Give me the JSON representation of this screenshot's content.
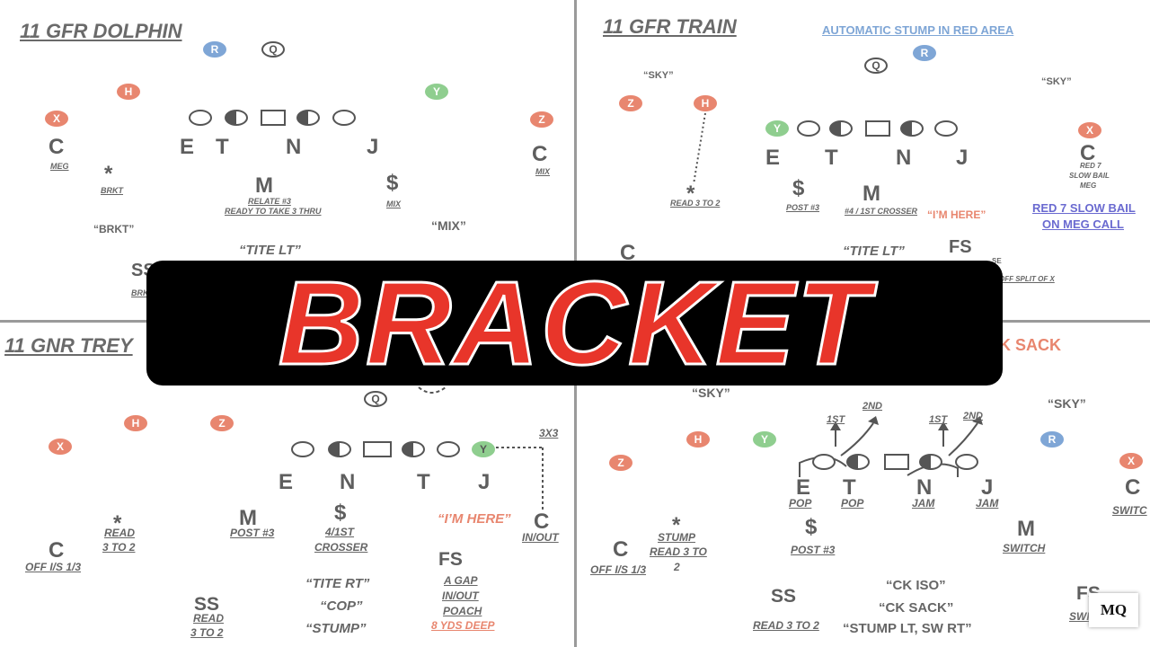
{
  "banner": {
    "text": "BRACKET"
  },
  "watermark": "MQ",
  "q1": {
    "title": "11 GFR DOLPHIN",
    "personnel": {
      "R": "R",
      "Q": "Q",
      "H": "H",
      "Y": "Y",
      "X": "X",
      "Z": "Z"
    },
    "defense": {
      "C_left": "C",
      "C_right": "C",
      "E": "E",
      "T": "T",
      "N": "N",
      "J": "J",
      "M": "M",
      "dollar": "$",
      "star": "*",
      "SS": "SS"
    },
    "notes": {
      "meg": "MEG",
      "mix": "MIX",
      "brkt": "BRKT",
      "relate1": "RELATE #3",
      "relate2": "READY TO TAKE 3 THRU",
      "dollar_mix": "MIX",
      "ss_brk": "BRK"
    },
    "calls": {
      "brkt": "“BRKT”",
      "mix": "“MIX”",
      "tite": "“TITE LT”"
    }
  },
  "q2": {
    "title": "11 GFR TRAIN",
    "subtitle": "AUTOMATIC STUMP IN RED AREA",
    "personnel": {
      "Q": "Q",
      "R": "R",
      "Z": "Z",
      "H": "H",
      "Y": "Y",
      "X": "X"
    },
    "defense": {
      "C_left": "C",
      "C_right": "C",
      "E": "E",
      "T": "T",
      "N": "N",
      "J": "J",
      "M": "M",
      "dollar": "$",
      "star": "*",
      "FS": "FS"
    },
    "notes": {
      "sky_left": "“SKY”",
      "sky_right": "“SKY”",
      "read3": "READ 3 TO 2",
      "post3": "POST #3",
      "crosser": "#4 / 1ST CROSSER",
      "red7": "RED 7",
      "slowbail": "SLOW BAIL",
      "meg": "MEG",
      "offsplit": "OFF SPLIT OF X",
      "se": "SE"
    },
    "calls": {
      "imhere": "“I’M HERE”",
      "tite": "“TITE LT”",
      "red7_line1": "RED 7 SLOW BAIL",
      "red7_line2": "ON MEG CALL"
    }
  },
  "q3": {
    "title": "11 GNR TREY",
    "personnel": {
      "Q": "Q",
      "H": "H",
      "Z": "Z",
      "X": "X",
      "Y": "Y"
    },
    "defense": {
      "E": "E",
      "N": "N",
      "T": "T",
      "J": "J",
      "M": "M",
      "dollar": "$",
      "star": "*",
      "C_left": "C",
      "C_right": "C",
      "FS": "FS",
      "SS": "SS"
    },
    "notes": {
      "x3": "3X3",
      "read": "READ",
      "three_to_two": "3 TO 2",
      "offis": "OFF I/S 1/3",
      "post3": "POST #3",
      "four1": "4/1ST",
      "crosser": "CROSSER",
      "inout": "IN/OUT",
      "agap": "A GAP",
      "inout2": "IN/OUT",
      "poach": "POACH",
      "deep": "8 YDS DEEP",
      "ss_read": "READ",
      "ss_3to2": "3 TO 2"
    },
    "calls": {
      "imhere": "“I’M HERE”",
      "titert": "“TITE RT”",
      "cop": "“COP”",
      "stump": "“STUMP”"
    }
  },
  "q4": {
    "title": "K SACK",
    "personnel": {
      "H": "H",
      "Y": "Y",
      "R": "R",
      "Z": "Z",
      "X": "X"
    },
    "defense": {
      "E": "E",
      "T": "T",
      "N": "N",
      "J": "J",
      "M": "M",
      "dollar": "$",
      "star": "*",
      "C_left": "C",
      "C_right": "C",
      "SS": "SS",
      "FS": "FS"
    },
    "notes": {
      "sky_left": "“SKY”",
      "sky_right": "“SKY”",
      "first1": "1ST",
      "second1": "2ND",
      "first2": "1ST",
      "second2": "2ND",
      "pop1": "POP",
      "pop2": "POP",
      "jam1": "JAM",
      "jam2": "JAM",
      "switch_c": "SWITC",
      "stump": "STUMP",
      "read3to": "READ 3 TO",
      "two": "2",
      "offis": "OFF I/S 1/3",
      "post3": "POST #3",
      "switch_m": "SWITCH",
      "ss_read": "READ 3 TO 2",
      "fs_switch": "SWITC"
    },
    "calls": {
      "ckiso": "“CK ISO”",
      "cksack": "“CK SACK”",
      "stumplt": "“STUMP LT, SW RT”"
    }
  },
  "colors": {
    "red_player": "#e8866f",
    "blue_player": "#7fa6d6",
    "green_player": "#8fce8f",
    "banner_bg": "#000000",
    "banner_text": "#e8352a"
  }
}
